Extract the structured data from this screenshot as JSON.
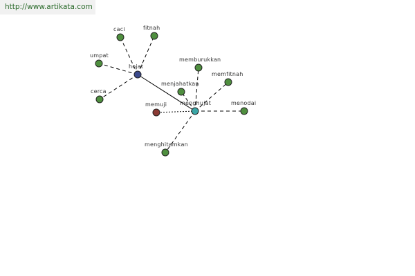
{
  "header": {
    "url": "http://www.artikata.com"
  },
  "colors": {
    "synonym": "#4f8f3f",
    "antonym": "#8b3b34",
    "root": "#3c4a8c",
    "main": "#3aa6a6"
  },
  "nodes": [
    {
      "id": "hojat",
      "label": "hojat",
      "kind": "root"
    },
    {
      "id": "menghujat",
      "label": "menghujat",
      "kind": "main"
    },
    {
      "id": "caci",
      "label": "caci",
      "kind": "synonym"
    },
    {
      "id": "fitnah",
      "label": "fitnah",
      "kind": "synonym"
    },
    {
      "id": "umpat",
      "label": "umpat",
      "kind": "synonym"
    },
    {
      "id": "cerca",
      "label": "cerca",
      "kind": "synonym"
    },
    {
      "id": "memburukkan",
      "label": "memburukkan",
      "kind": "synonym"
    },
    {
      "id": "memfitnah",
      "label": "memfitnah",
      "kind": "synonym"
    },
    {
      "id": "menjahatkan",
      "label": "menjahatkan",
      "kind": "synonym"
    },
    {
      "id": "menodai",
      "label": "menodai",
      "kind": "synonym"
    },
    {
      "id": "menghitamkan",
      "label": "menghitamkan",
      "kind": "synonym"
    },
    {
      "id": "memuji",
      "label": "memuji",
      "kind": "antonym"
    }
  ],
  "edges": [
    {
      "from": "hojat",
      "to": "menghujat",
      "style": "solid"
    },
    {
      "from": "hojat",
      "to": "caci",
      "style": "dashed"
    },
    {
      "from": "hojat",
      "to": "fitnah",
      "style": "dashed"
    },
    {
      "from": "hojat",
      "to": "umpat",
      "style": "dashed"
    },
    {
      "from": "hojat",
      "to": "cerca",
      "style": "dashed"
    },
    {
      "from": "menghujat",
      "to": "memburukkan",
      "style": "dashed"
    },
    {
      "from": "menghujat",
      "to": "memfitnah",
      "style": "dashed"
    },
    {
      "from": "menghujat",
      "to": "menjahatkan",
      "style": "dashed"
    },
    {
      "from": "menghujat",
      "to": "menodai",
      "style": "dashed"
    },
    {
      "from": "menghujat",
      "to": "menghitamkan",
      "style": "dashed"
    },
    {
      "from": "menghujat",
      "to": "memuji",
      "style": "dotted"
    }
  ]
}
